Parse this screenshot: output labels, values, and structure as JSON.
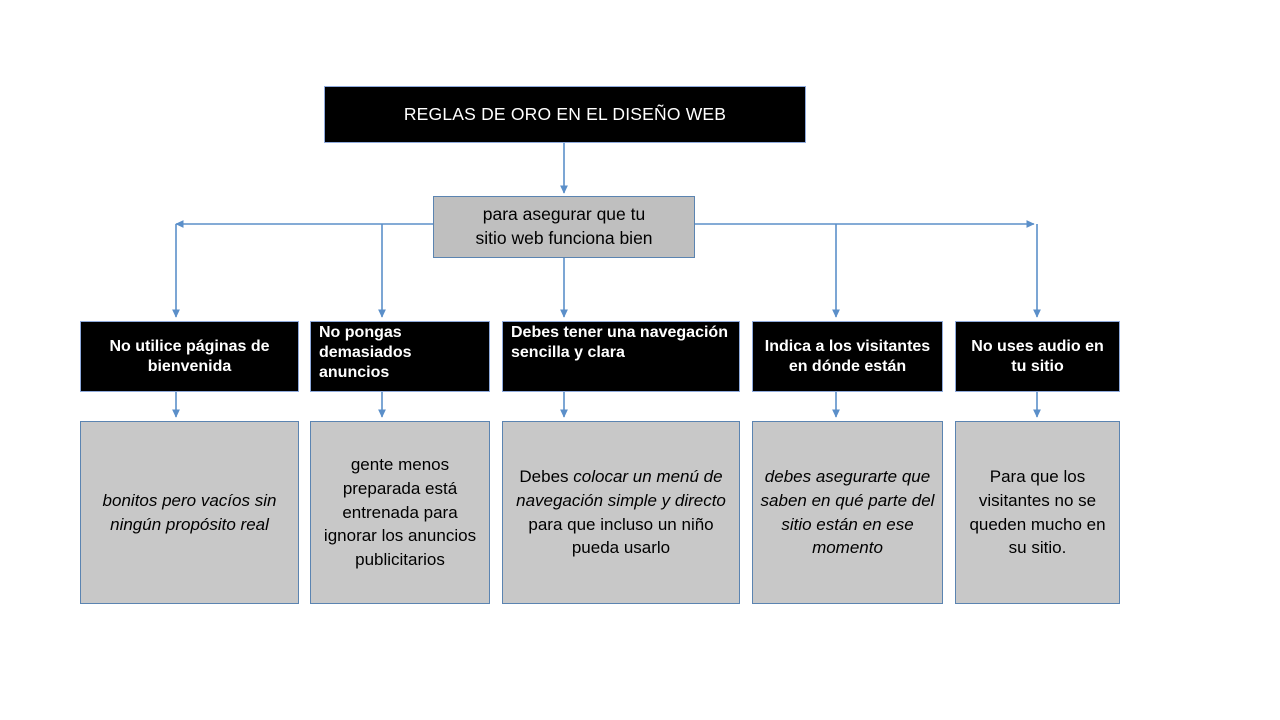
{
  "diagram": {
    "title": "REGLAS DE ORO EN EL DISEÑO WEB",
    "subtitle": "para asegurar que tu sitio web funciona bien",
    "subtitle_line1": "para asegurar que tu",
    "subtitle_line2": "sitio web funciona bien",
    "colors": {
      "header_fill": "#000000",
      "header_text": "#ffffff",
      "box_fill": "#c8c8c8",
      "subtitle_fill": "#bfbfbf",
      "connector": "#5b8fc9",
      "border": "#5b84b1",
      "background": "#ffffff"
    },
    "columns": [
      {
        "rule": "No utilice páginas de bienvenida",
        "rule_align": "center",
        "detail_parts": [
          {
            "text": "bonitos pero vacíos sin ningún propósito real",
            "italic": true
          }
        ]
      },
      {
        "rule": "No pongas demasiados anuncios",
        "rule_align": "left",
        "detail_parts": [
          {
            "text": "gente menos preparada está entrenada para ignorar los anuncios publicitarios",
            "italic": false
          }
        ]
      },
      {
        "rule": "Debes tener una navegación sencilla y clara",
        "rule_align": "left",
        "detail_parts": [
          {
            "text": "Debes ",
            "italic": false
          },
          {
            "text": "colocar un menú de navegación simple y directo",
            "italic": true
          },
          {
            "text": " para que incluso un niño pueda usarlo",
            "italic": false
          }
        ]
      },
      {
        "rule": "Indica a los visitantes en dónde están",
        "rule_align": "center",
        "detail_parts": [
          {
            "text": "debes asegurarte que saben en qué parte del sitio están en ese momento",
            "italic": true
          }
        ]
      },
      {
        "rule": "No uses audio en tu sitio",
        "rule_align": "center",
        "detail_parts": [
          {
            "text": "Para que los visitantes no se queden mucho en su sitio.",
            "italic": false
          }
        ]
      }
    ]
  }
}
